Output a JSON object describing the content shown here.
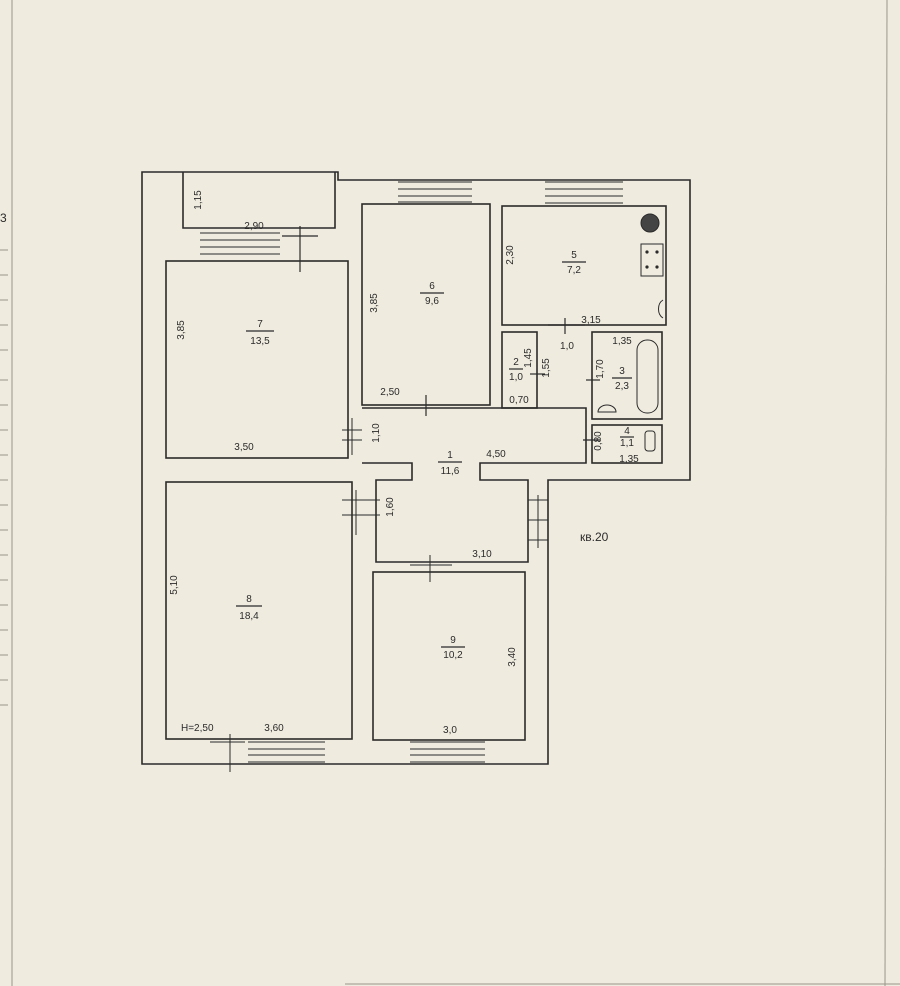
{
  "apartment_label": "кв.20",
  "margin_number": "3",
  "ceiling_height": "H=2,50",
  "rooms": [
    {
      "id": "room-1",
      "number": "1",
      "area": "11,6"
    },
    {
      "id": "room-2",
      "number": "2",
      "area": "1,0"
    },
    {
      "id": "room-3",
      "number": "3",
      "area": "2,3"
    },
    {
      "id": "room-4",
      "number": "4",
      "area": "1,1"
    },
    {
      "id": "room-5",
      "number": "5",
      "area": "7,2"
    },
    {
      "id": "room-6",
      "number": "6",
      "area": "9,6"
    },
    {
      "id": "room-7",
      "number": "7",
      "area": "13,5"
    },
    {
      "id": "room-8",
      "number": "8",
      "area": "18,4"
    },
    {
      "id": "room-9",
      "number": "9",
      "area": "10,2"
    }
  ],
  "dimensions": {
    "balcony_depth": "1,15",
    "balcony_width": "2,90",
    "r7_height": "3,85",
    "r7_width": "3,50",
    "r6_height": "3,85",
    "r6_width": "2,50",
    "r5_height": "2,30",
    "r5_width": "3,15",
    "r2_height": "1,45",
    "r2_width": "0,70",
    "r2_side": "1,55",
    "r3_width": "1,35",
    "r3_height": "1,70",
    "r4_width": "1,35",
    "r4_height": "0,80",
    "hall_width": "4,50",
    "hall_top": "1,10",
    "hall_passage": "1,0",
    "hall_lower": "1,60",
    "hall_bottom": "3,10",
    "r8_height": "5,10",
    "r8_width": "3,60",
    "r9_height": "3,40",
    "r9_width": "3,0"
  }
}
